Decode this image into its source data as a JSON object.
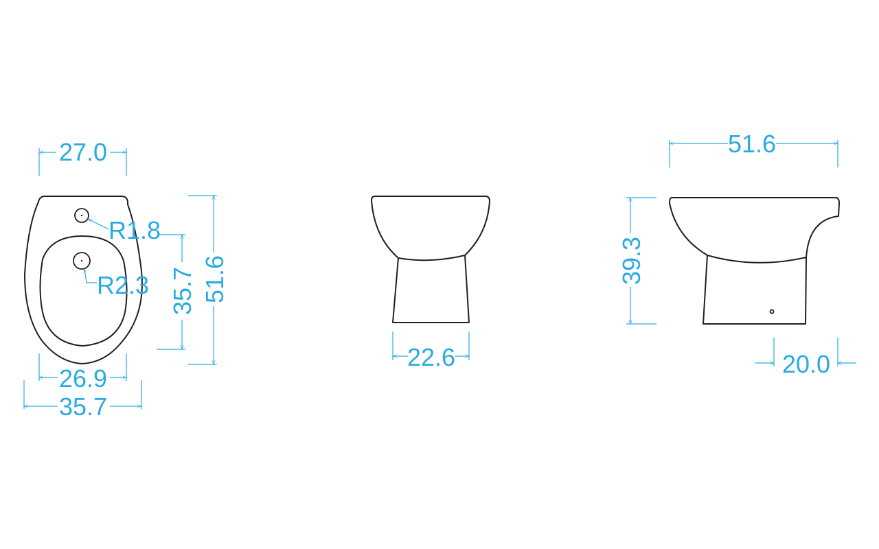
{
  "colors": {
    "outline": "#1f1f1f",
    "dimension": "#29abe2",
    "background": "#ffffff"
  },
  "views": {
    "top": {
      "width_top": "27.0",
      "hole_small_radius": "R1.8",
      "hole_large_radius": "R2.3",
      "bowl_length": "35.7",
      "overall_length": "51.6",
      "width_bowl": "26.9",
      "width_overall": "35.7"
    },
    "front": {
      "base_width": "22.6"
    },
    "side": {
      "overall_depth": "51.6",
      "height": "39.3",
      "rear_offset": "20.0"
    }
  }
}
